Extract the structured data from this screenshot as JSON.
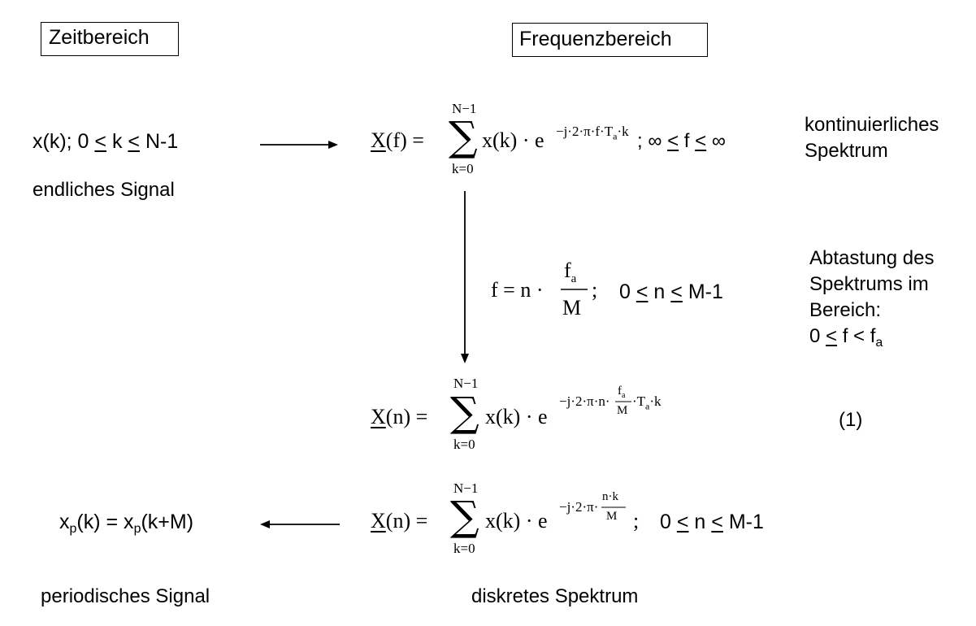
{
  "headers": {
    "time_domain": "Zeitbereich",
    "frequency_domain": "Frequenzbereich"
  },
  "left": {
    "signal": "x(k); 0 < k < N-1",
    "signal_parts": {
      "a": "x(k); 0 ",
      "lt1": "<",
      "b": " k ",
      "lt2": "<",
      "c": " N-1"
    },
    "finite_signal": "endliches Signal",
    "periodic": {
      "a": "x",
      "sub1": "p",
      "b": "(k) = x",
      "sub2": "p",
      "c": "(k+M)"
    },
    "periodic_signal": "periodisches Signal"
  },
  "eq1": {
    "lhs": "X(f) = ",
    "lhs_X": "X",
    "lhs_rest": "(f) = ",
    "sum_top": "N−1",
    "sum_bottom": "k=0",
    "body": "x(k) · e",
    "exponent": "−j·2·π·f·T",
    "exponent_sub": "a",
    "exponent_tail": "·k",
    "range": {
      "a": " ; ∞ ",
      "lt1": "<",
      "b": " f ",
      "lt2": "<",
      "c": " ∞"
    }
  },
  "continuous_spectrum": {
    "line1": "kontinuierliches",
    "line2": "Spektrum"
  },
  "sampling": {
    "f_eq": "f = n ·",
    "num": "f",
    "num_sub": "a",
    "den": "M",
    "sep": ";",
    "range": {
      "a": "0 ",
      "lt1": "<",
      "b": " n ",
      "lt2": "<",
      "c": " M-1"
    }
  },
  "sampling_note": {
    "line1": "Abtastung des",
    "line2": "Spektrums im",
    "line3": "Bereich:",
    "line4a": "0 ",
    "line4lt": "<",
    "line4b": " f < f",
    "line4sub": "a"
  },
  "eq2": {
    "lhs_X": "X",
    "lhs_rest": "(n) = ",
    "sum_top": "N−1",
    "sum_bottom": "k=0",
    "body": "x(k) · e",
    "exp_pre": "−j·2·π·n·",
    "exp_num": "f",
    "exp_num_sub": "a",
    "exp_den": "M",
    "exp_post": "·T",
    "exp_post_sub": "a",
    "exp_tail": "·k",
    "label": "(1)"
  },
  "eq3": {
    "lhs_X": "X",
    "lhs_rest": "(n) = ",
    "sum_top": "N−1",
    "sum_bottom": "k=0",
    "body": "x(k) · e",
    "exp_pre": "−j·2·π·",
    "exp_num": "n·k",
    "exp_den": "M",
    "sep": ";",
    "range": {
      "a": "0 ",
      "lt1": "<",
      "b": " n ",
      "lt2": "<",
      "c": " M-1"
    }
  },
  "discrete_spectrum": "diskretes Spektrum"
}
